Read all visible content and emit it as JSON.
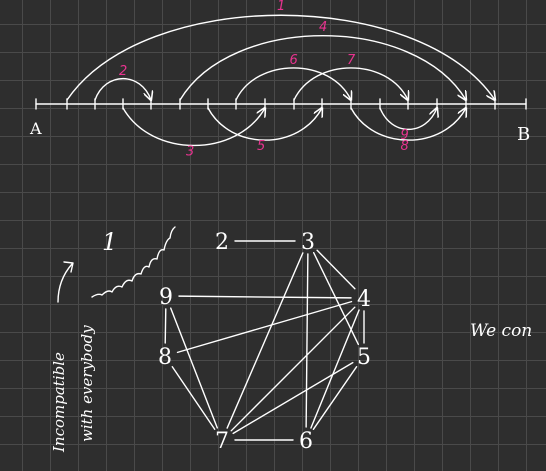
{
  "timeline": {
    "start_label": "A",
    "end_label": "B",
    "arcs": [
      {
        "label": "1",
        "from": 1,
        "to": 16,
        "side": "above"
      },
      {
        "label": "2",
        "from": 2,
        "to": 4,
        "side": "above"
      },
      {
        "label": "3",
        "from": 3,
        "to": 8,
        "side": "below"
      },
      {
        "label": "4",
        "from": 5,
        "to": 15,
        "side": "above"
      },
      {
        "label": "5",
        "from": 6,
        "to": 10,
        "side": "below"
      },
      {
        "label": "6",
        "from": 7,
        "to": 11,
        "side": "above"
      },
      {
        "label": "7",
        "from": 9,
        "to": 13,
        "side": "above"
      },
      {
        "label": "8",
        "from": 11,
        "to": 15,
        "side": "below"
      },
      {
        "label": "9",
        "from": 12,
        "to": 14,
        "side": "below"
      }
    ]
  },
  "graph": {
    "nodes": [
      "2",
      "3",
      "4",
      "5",
      "6",
      "7",
      "8",
      "9"
    ],
    "edges": [
      [
        "2",
        "3"
      ],
      [
        "3",
        "4"
      ],
      [
        "3",
        "5"
      ],
      [
        "3",
        "6"
      ],
      [
        "3",
        "7"
      ],
      [
        "9",
        "4"
      ],
      [
        "9",
        "8"
      ],
      [
        "9",
        "7"
      ],
      [
        "8",
        "4"
      ],
      [
        "8",
        "7"
      ],
      [
        "4",
        "5"
      ],
      [
        "4",
        "6"
      ],
      [
        "4",
        "7"
      ],
      [
        "7",
        "5"
      ],
      [
        "7",
        "6"
      ],
      [
        "6",
        "5"
      ]
    ],
    "isolated_node": "1",
    "note_line1": "Incompatible",
    "note_line2": "with everybody"
  },
  "side_text": "We con"
}
